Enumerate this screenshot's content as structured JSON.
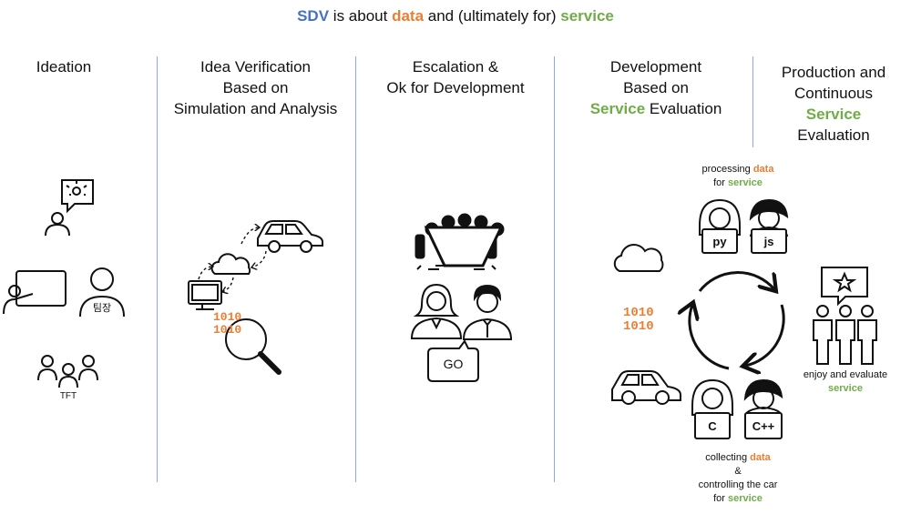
{
  "title": {
    "p1": "SDV",
    "p2": " is about ",
    "p3": "data",
    "p4": " and (ultimately for) ",
    "p5": "service"
  },
  "stages": {
    "ideation": "Ideation",
    "verification": {
      "l1": "Idea Verification",
      "l2": "Based on",
      "l3": "Simulation and Analysis"
    },
    "escalation": {
      "l1": "Escalation &",
      "l2": "Ok for Development"
    },
    "development": {
      "l1": "Development",
      "l2": "Based on",
      "l3a": "Service",
      "l3b": " Evaluation"
    },
    "production": {
      "l1": "Production and",
      "l2": "Continuous",
      "l3": "Service",
      "l4": "Evaluation"
    }
  },
  "icons": {
    "team_leader": "팀장",
    "tft": "TFT",
    "binary_top": "1010",
    "binary_bottom": "1010",
    "go": "GO",
    "py": "py",
    "js": "js",
    "c": "C",
    "cpp": "C++"
  },
  "notes": {
    "processing": {
      "a": "processing ",
      "b": "data",
      "c": "for ",
      "d": "service"
    },
    "collecting": {
      "a": "collecting ",
      "b": "data",
      "c": "&",
      "d": "controlling the car",
      "e": "for ",
      "f": "service"
    },
    "enjoy": {
      "a": "enjoy and evaluate",
      "b": "service"
    }
  },
  "colors": {
    "accent_blue": "#4472c4",
    "data_orange": "#ed7d31",
    "service_green": "#70ad47",
    "divider": "#8eaad6"
  }
}
